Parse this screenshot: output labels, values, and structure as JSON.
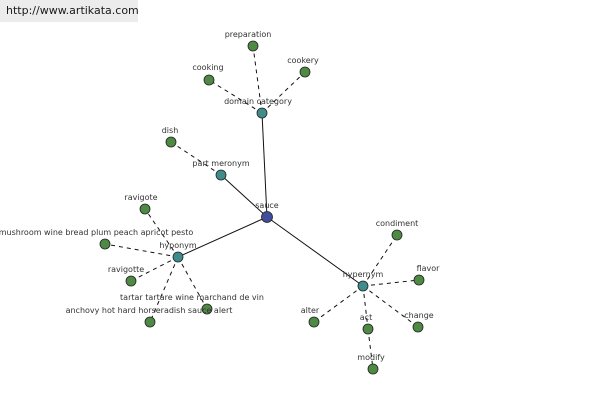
{
  "site": {
    "url": "http://www.artikata.com"
  },
  "colors": {
    "root": "#3f4d9a",
    "relation": "#3e8c8c",
    "word": "#4e8a44",
    "node_stroke": "#222222",
    "edge": "#111111"
  },
  "graph": {
    "nodes": [
      {
        "id": "sauce",
        "label": "sauce",
        "kind": "root"
      },
      {
        "id": "domain_category",
        "label": "domain category",
        "kind": "relation"
      },
      {
        "id": "part_meronym",
        "label": "part meronym",
        "kind": "relation"
      },
      {
        "id": "hyponym",
        "label": "hyponym",
        "kind": "relation"
      },
      {
        "id": "hypernym",
        "label": "hypernym",
        "kind": "relation"
      },
      {
        "id": "preparation",
        "label": "preparation",
        "kind": "word"
      },
      {
        "id": "cooking",
        "label": "cooking",
        "kind": "word"
      },
      {
        "id": "cookery",
        "label": "cookery",
        "kind": "word"
      },
      {
        "id": "dish",
        "label": "dish",
        "kind": "word"
      },
      {
        "id": "ravigote_1",
        "label": "ravigote",
        "kind": "word"
      },
      {
        "id": "mushroom_wine",
        "label": "mushroom wine bread plum peach apricot pesto",
        "kind": "word"
      },
      {
        "id": "ravigotte",
        "label": "ravigotte",
        "kind": "word"
      },
      {
        "id": "tartar_marchand",
        "label": "tartar tartare wine marchand de vin",
        "kind": "word"
      },
      {
        "id": "anchovy",
        "label": "anchovy hot hard horseradish sauce alert",
        "kind": "word"
      },
      {
        "id": "condiment",
        "label": "condiment",
        "kind": "word"
      },
      {
        "id": "flavor",
        "label": "flavor",
        "kind": "word"
      },
      {
        "id": "alter",
        "label": "alter",
        "kind": "word"
      },
      {
        "id": "act",
        "label": "act",
        "kind": "word"
      },
      {
        "id": "change",
        "label": "change",
        "kind": "word"
      },
      {
        "id": "modify",
        "label": "modify",
        "kind": "word"
      }
    ],
    "edges": [
      {
        "from": "sauce",
        "to": "domain_category",
        "style": "solid"
      },
      {
        "from": "sauce",
        "to": "part_meronym",
        "style": "solid"
      },
      {
        "from": "sauce",
        "to": "hyponym",
        "style": "solid"
      },
      {
        "from": "sauce",
        "to": "hypernym",
        "style": "solid"
      },
      {
        "from": "domain_category",
        "to": "preparation",
        "style": "dashed"
      },
      {
        "from": "domain_category",
        "to": "cooking",
        "style": "dashed"
      },
      {
        "from": "domain_category",
        "to": "cookery",
        "style": "dashed"
      },
      {
        "from": "part_meronym",
        "to": "dish",
        "style": "dashed"
      },
      {
        "from": "hyponym",
        "to": "ravigote_1",
        "style": "dashed"
      },
      {
        "from": "hyponym",
        "to": "mushroom_wine",
        "style": "dashed"
      },
      {
        "from": "hyponym",
        "to": "ravigotte",
        "style": "dashed"
      },
      {
        "from": "hyponym",
        "to": "tartar_marchand",
        "style": "dashed"
      },
      {
        "from": "hyponym",
        "to": "anchovy",
        "style": "dashed"
      },
      {
        "from": "hypernym",
        "to": "condiment",
        "style": "dashed"
      },
      {
        "from": "hypernym",
        "to": "flavor",
        "style": "dashed"
      },
      {
        "from": "hypernym",
        "to": "alter",
        "style": "dashed"
      },
      {
        "from": "hypernym",
        "to": "act",
        "style": "dashed"
      },
      {
        "from": "hypernym",
        "to": "change",
        "style": "dashed"
      },
      {
        "from": "act",
        "to": "modify",
        "style": "dashed"
      }
    ]
  }
}
